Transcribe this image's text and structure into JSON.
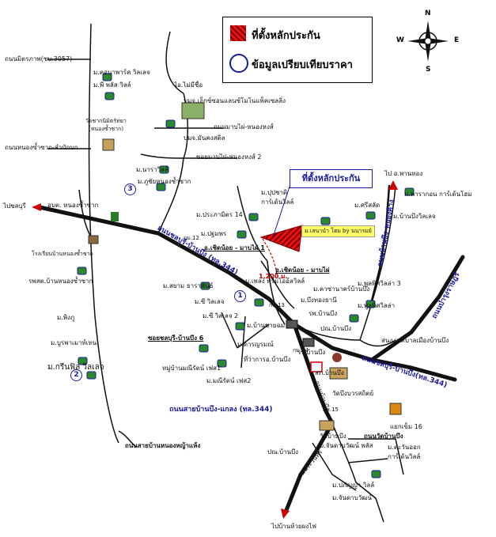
{
  "legend": {
    "site_label": "ที่ตั้งหลักประกัน",
    "compare_label": "ข้อมูลเปรียบเทียบราคา",
    "site_color": "#e01010",
    "compare_color": "#1a1aa0"
  },
  "compass": {
    "north": "N",
    "south": "S",
    "east": "E",
    "west": "W"
  },
  "callout": "ที่ตั้งหลักประกัน",
  "site_tag": "ม.เสนานำ โฮม by นนารมย์",
  "roads": {
    "main_east": "ถนนชลบุรี-บ้านบึง(ทล.344)",
    "main_west": "ถนนชลบุรี-บ้านบึง (ทล.344)",
    "south": "ถนนสายบ้านบึง-แกลง (ทล.344)",
    "ban_nong_ya": "ถนนสายบ้านหนองหญ้าแห้ง",
    "mitraphap": "ถนนมิตรภาพ(ชบ.3057)",
    "nong_samsak": "ถนนหนองซ้ำซาก-สำนักบก",
    "mabpai": "ถนนมาบไผ่-หนองหงส์",
    "soi_mabpai": "ซอยมาบไผ่-หนองหงส์ 2",
    "ban_bueng_nong_khang": "ถนนบ้านบึง-หนองค้าง",
    "ban_bueng_rd": "ถนนบ้านบึง",
    "rawin": "ถนนระวินทร์",
    "sukhumvit": "ถนนบำรุงราษฎร์",
    "wat_ban_bueng": "ถนนวัดบ้านบึง",
    "soi_chonburi": "ซอยชลบุรี-บ้านบึง 6",
    "bypass1": "อ.เชิดน้อย - มาบไผ่ 1",
    "bypass2": "อ.เชิดน้อย - มาบไผ่"
  },
  "distance": "1,200 ม.",
  "places": {
    "ocean": "ม.คอนาพาร์ค วิลเลจ",
    "plus": "ม.พี พลัส วิลล์",
    "namsue": "ไอ.ไม่มีชื่อ",
    "nokgarden": "บมจ.เอ็กซ์ซอนแลนซ์โมโนแพ็คเซลลิ่ง",
    "manpong": "บมจ.มันคงสติล",
    "wat_nikhom": "วัดชากนิมิตรัทยา",
    "wat_nikhom2": "(หนองซ้ำซาก)",
    "narawin": "ม.นาราวิลล์",
    "puchai": "ม.ภูชัยหนองซ้ำซาก",
    "prapa": "ม.ประภามิตร 14",
    "pupa": "ม.ปุปชาติ",
    "pupa2": "การ์เด้นวิลล์",
    "pathum": "ม.ปฐมพร",
    "tobou": "ไปชลบุรี",
    "obt": "อบต. หนองซ้ำซาก",
    "school": "โรงเรียนบ้านหนองซ้ำซาก",
    "hospital": "รพสต.บ้านหนองซ้ำซาก",
    "sayam": "ม.สยาม ธาราพันธ์",
    "priam": "ม.เพลง พรีมโออ์ลวิลล์",
    "sri": "ม.ซี วิลเลจ",
    "sri2": "ม.ซี วิลเลจ 2",
    "ping": "ม.พิงภู",
    "burapa": "ม.บูรพาเมาท์เทน",
    "green": "ม.กรีนฟิล วิลเลจ",
    "banchayom": "ม.บ้านชายฉม",
    "darun": "ม.ดารญรมณ์",
    "nong_manee": "หมู่บ้านมณีรัตน์ เฟส1",
    "manee2": "ม.มณีรัตน์ เฟส2",
    "bueng_thong": "ม.บึงทองธานี",
    "hospital2": "รพ.บ้านบึง",
    "post": "ปณ.บ้านบึง",
    "police": "สภ.บ้านบึง",
    "tha_rakan": "ที่ว่าการอ.บ้านบึง",
    "school2": "รร.บ้านบึง",
    "pttapol": "ม.พารากอน การ์เด้นโฮม",
    "srisan": "ม.ศรีสลัด",
    "bueng_villa": "ม.บ้านบึงวิลเลจ",
    "puuphon": "ม.พูลพิศวิลล่า 3",
    "puuphon2": "ม.พูลพิศวิลล่า",
    "kaenchan": "ม.คาซ่านาคร์บ้านบึง",
    "tessaban": "สนง.เทศบาลเมืองบ้านบึง",
    "wat_bueng": "วัดบึงบวรสถิตย์",
    "hamtang": "แยกเข็ม 16",
    "watbueng2": "วัดบ้านบึง",
    "chantra": "ม.จันดาบวัฒน์ พลัส",
    "pappa": "ปณ.บ้านบึง",
    "tawan": "ม.ตะวันออก",
    "tawan2": "การ์เด้นวิลล์",
    "pataya": "ม.ปภัญญา วิลล์",
    "chantra2": "ม.จันดาบวัฒน์",
    "to_nongyai": "ไปบ้านห้วยผงไฟ",
    "to_phanthong": "ไป อ.พานทอง",
    "km12": "กม.12",
    "km13": "กม.13",
    "km14": "กม.14",
    "km15": "กม.15"
  },
  "numbers": [
    "1",
    "2",
    "3"
  ]
}
